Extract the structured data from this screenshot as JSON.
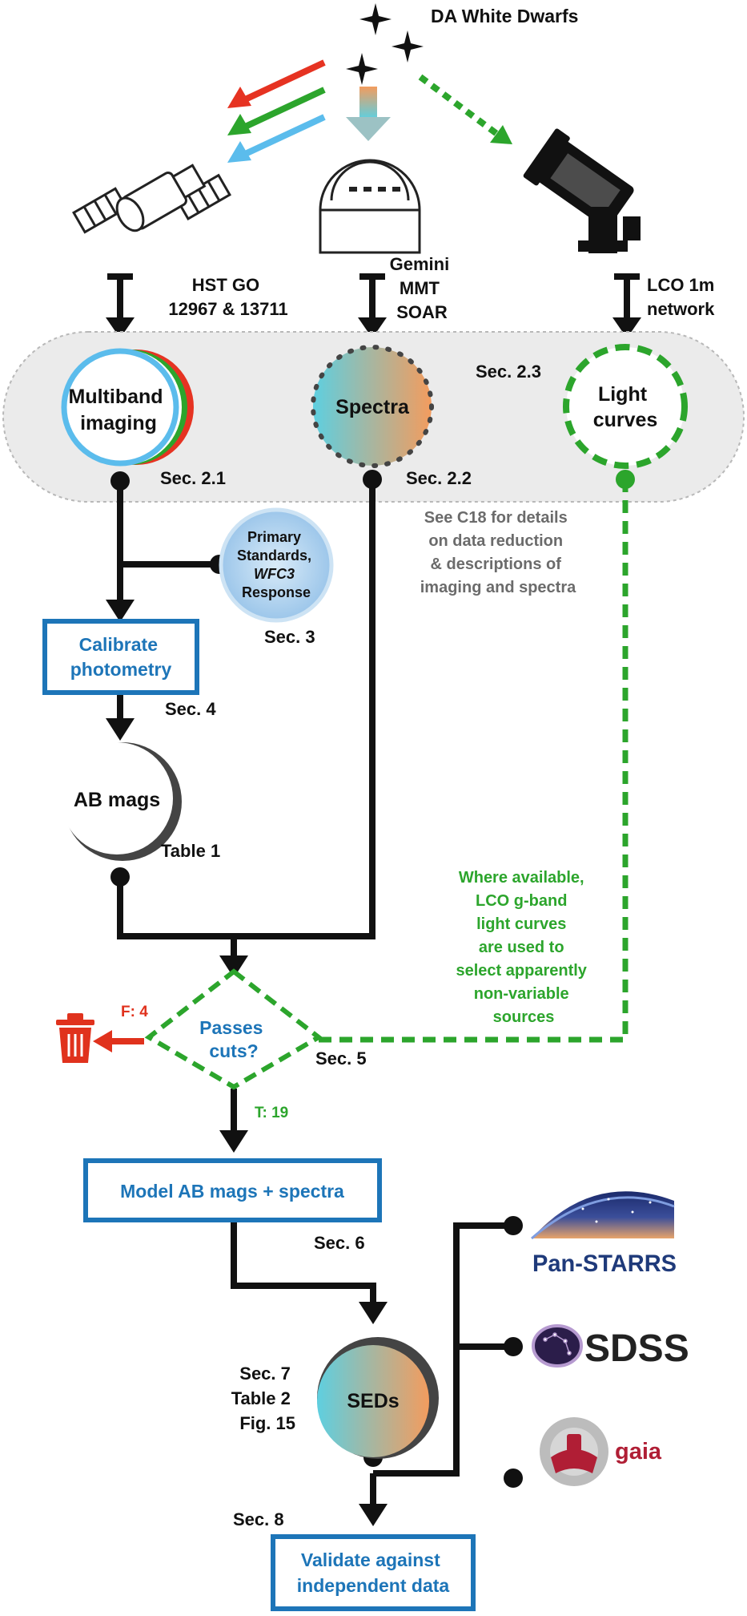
{
  "title": "DA White Dwarfs",
  "sources": {
    "hst": [
      "HST GO",
      "12967 & 13711"
    ],
    "ground": [
      "Gemini",
      "MMT",
      "SOAR"
    ],
    "lco": [
      "LCO 1m",
      "network"
    ]
  },
  "nodes": {
    "multiband": [
      "Multiband",
      "imaging"
    ],
    "spectra": "Spectra",
    "light_curves": [
      "Light",
      "curves"
    ],
    "standards": [
      "Primary",
      "Standards,",
      "WFC3",
      "Response"
    ],
    "calibrate": [
      "Calibrate",
      "photometry"
    ],
    "ab_mags": "AB mags",
    "passes": [
      "Passes",
      "cuts?"
    ],
    "model": "Model AB mags + spectra",
    "seds": "SEDs",
    "validate": [
      "Validate against",
      "independent data"
    ]
  },
  "refs": {
    "sec21": "Sec. 2.1",
    "sec22": "Sec. 2.2",
    "sec23": "Sec. 2.3",
    "sec3": "Sec. 3",
    "sec4": "Sec. 4",
    "table1": "Table 1",
    "sec5": "Sec. 5",
    "sec6": "Sec. 6",
    "sec7": [
      "Sec. 7",
      "Table 2",
      "Fig. 15"
    ],
    "sec8": "Sec. 8"
  },
  "notes": {
    "c18": [
      "See C18 for details",
      "on data reduction",
      "& descriptions of",
      "imaging and spectra"
    ],
    "lco": [
      "Where available,",
      "LCO g-band",
      "light curves",
      "are used to",
      "select apparently",
      "non-variable",
      "sources"
    ]
  },
  "branches": {
    "false": "F: 4",
    "true": "T: 19"
  },
  "logos": {
    "panstarrs": "Pan-STARRS",
    "sdss": "SDSS",
    "gaia": "gaia"
  },
  "colors": {
    "blue": "#1d75b8",
    "green": "#2ca52c",
    "red": "#e0321d",
    "gray_text": "#6b6b6b",
    "cyan": "#5ecfe0",
    "orange": "#f39c5e",
    "band_red": "#e63322",
    "band_green": "#2ca52c",
    "band_blue": "#5bbcec"
  }
}
